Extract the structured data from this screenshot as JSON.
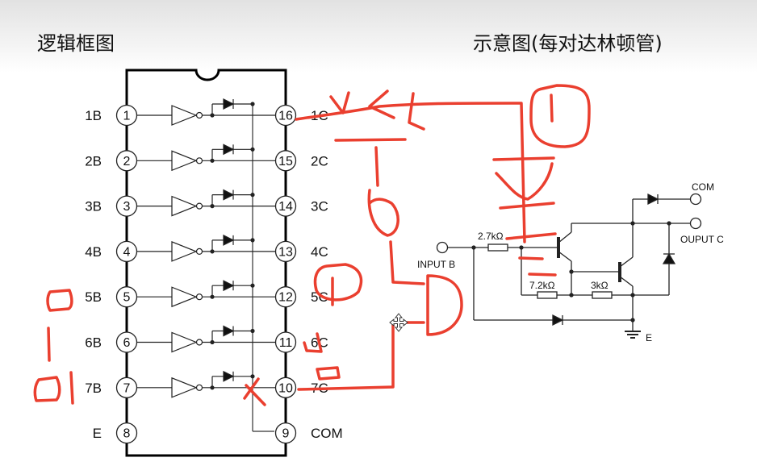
{
  "titles": {
    "left": "逻辑框图",
    "right": "示意图(每对达林顿管)"
  },
  "chip": {
    "left_pins": [
      {
        "num": "1",
        "label": "1B"
      },
      {
        "num": "2",
        "label": "2B"
      },
      {
        "num": "3",
        "label": "3B"
      },
      {
        "num": "4",
        "label": "4B"
      },
      {
        "num": "5",
        "label": "5B"
      },
      {
        "num": "6",
        "label": "6B"
      },
      {
        "num": "7",
        "label": "7B"
      },
      {
        "num": "8",
        "label": "E"
      }
    ],
    "right_pins": [
      {
        "num": "16",
        "label": "1C"
      },
      {
        "num": "15",
        "label": "2C"
      },
      {
        "num": "14",
        "label": "3C"
      },
      {
        "num": "13",
        "label": "4C"
      },
      {
        "num": "12",
        "label": "5C"
      },
      {
        "num": "11",
        "label": "6C"
      },
      {
        "num": "10",
        "label": "7C"
      },
      {
        "num": "9",
        "label": "COM"
      }
    ]
  },
  "schematic": {
    "input_label": "INPUT B",
    "output_label": "OUPUT C",
    "com_label": "COM",
    "ground_label": "E",
    "resistors": [
      "2.7kΩ",
      "7.2kΩ",
      "3kΩ"
    ]
  },
  "annotation": {
    "ink_color": "#ea3f2f"
  },
  "cursor": "move-cursor"
}
